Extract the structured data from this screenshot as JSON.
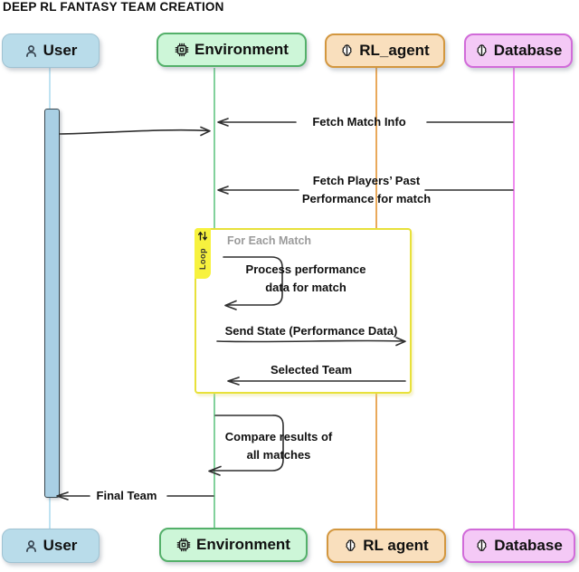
{
  "title": "DEEP RL FANTASY TEAM CREATION",
  "actors": {
    "top": [
      {
        "label": "User"
      },
      {
        "label": "Environment"
      },
      {
        "label": "RL_agent"
      },
      {
        "label": "Database"
      }
    ],
    "bottom": [
      {
        "label": "User"
      },
      {
        "label": "Environment"
      },
      {
        "label": "RL agent"
      },
      {
        "label": "Database"
      }
    ]
  },
  "loop": {
    "tab_label": "Loop",
    "title": "For Each Match"
  },
  "messages": {
    "fetch_match_info": "Fetch Match Info",
    "fetch_players": "Fetch Players’ Past\nPerformance for match",
    "process_performance": "Process performance\ndata for match",
    "send_state": "Send State (Performance Data)",
    "selected_team": "Selected Team",
    "compare_results": "Compare results of\nall matches",
    "final_team": "Final Team"
  },
  "colors": {
    "user_fill": "#b9dcea",
    "env_fill": "#cdf6d8",
    "env_border": "#54b06a",
    "agent_fill": "#f9dfbd",
    "agent_border": "#d3973f",
    "db_fill": "#f4c9f6",
    "db_border": "#d16bd9",
    "loop_yellow": "#f7f23e",
    "arrow": "#2f2f2f"
  }
}
